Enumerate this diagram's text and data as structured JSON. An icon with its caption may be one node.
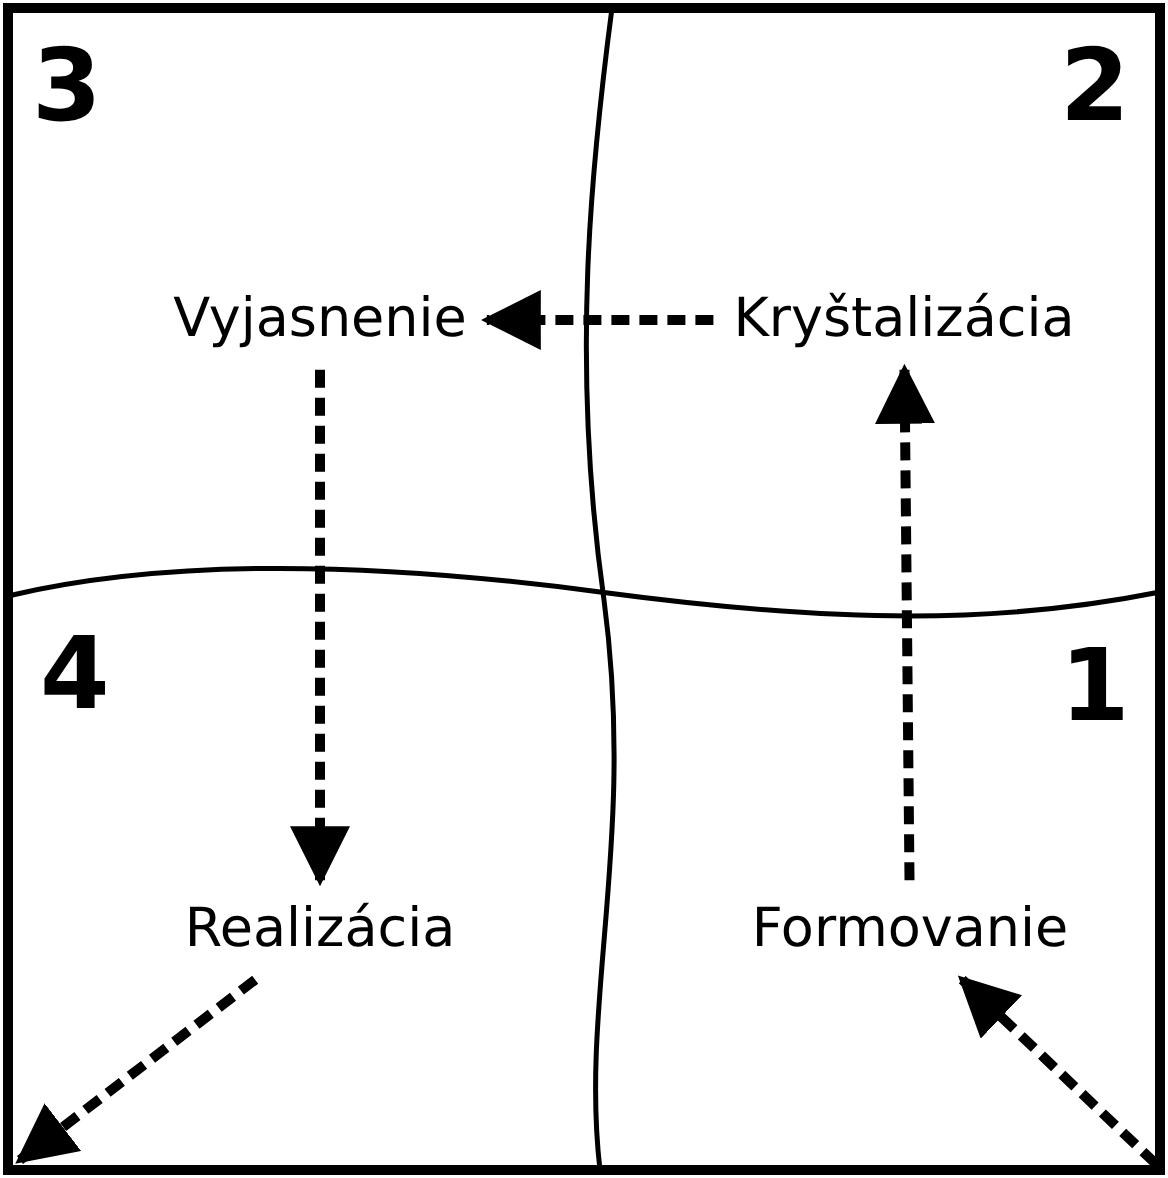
{
  "diagram": {
    "nodes": [
      {
        "text": [
          "Vyjasnenie"
        ]
      },
      {
        "text": [
          "Kryštalizácia"
        ]
      },
      {
        "text": [
          "Realizácia"
        ]
      },
      {
        "text": [
          "Formovanie"
        ]
      }
    ],
    "edges": [
      {
        "from": null,
        "to": 3,
        "arrow": "to",
        "style": "dashed"
      },
      {
        "from": 3,
        "to": 1,
        "arrow": "to",
        "style": "dashed"
      },
      {
        "from": 1,
        "to": 0,
        "arrow": "to",
        "style": "dashed"
      },
      {
        "from": 0,
        "to": 2,
        "arrow": "to",
        "style": "dashed"
      },
      {
        "from": 2,
        "to": null,
        "arrow": "to",
        "style": "dashed"
      }
    ],
    "labels": [
      "3",
      "2",
      "4",
      "1"
    ]
  }
}
